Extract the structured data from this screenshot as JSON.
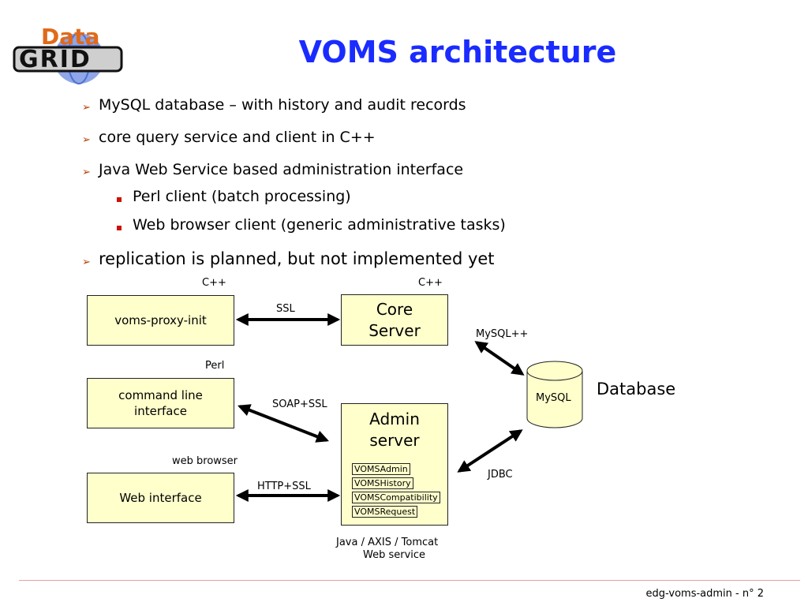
{
  "logo": {
    "line1": "Data",
    "line2": "GRID"
  },
  "title": "VOMS architecture",
  "bullets": [
    "MySQL database – with history and audit records",
    "core query service and client in C++",
    "Java Web Service based administration interface"
  ],
  "sub_bullets": [
    "Perl client (batch processing)",
    "Web browser client (generic administrative tasks)"
  ],
  "last_bullet": "replication is planned, but not implemented yet",
  "diagram": {
    "voms_proxy_init": "voms-proxy-init",
    "command_line": "command line interface",
    "web_interface": "Web interface",
    "core_server": "Core Server",
    "admin_server": "Admin server",
    "mysql": "MySQL",
    "database": "Database",
    "label_cpp_left": "C++",
    "label_cpp_right": "C++",
    "label_perl": "Perl",
    "label_web_browser": "web browser",
    "label_ssl": "SSL",
    "label_soap_ssl": "SOAP+SSL",
    "label_http_ssl": "HTTP+SSL",
    "label_mysqlpp": "MySQL++",
    "label_jdbc": "JDBC",
    "services": [
      "VOMSAdmin",
      "VOMSHistory",
      "VOMSCompatibility",
      "VOMSRequest"
    ],
    "java_line1": "Java / AXIS / Tomcat",
    "java_line2": "Web service"
  },
  "footer": "edg-voms-admin - n° 2",
  "colors": {
    "title": "#1a2bff",
    "box_fill": "#ffffcc",
    "bullet_square": "#cc1100"
  }
}
